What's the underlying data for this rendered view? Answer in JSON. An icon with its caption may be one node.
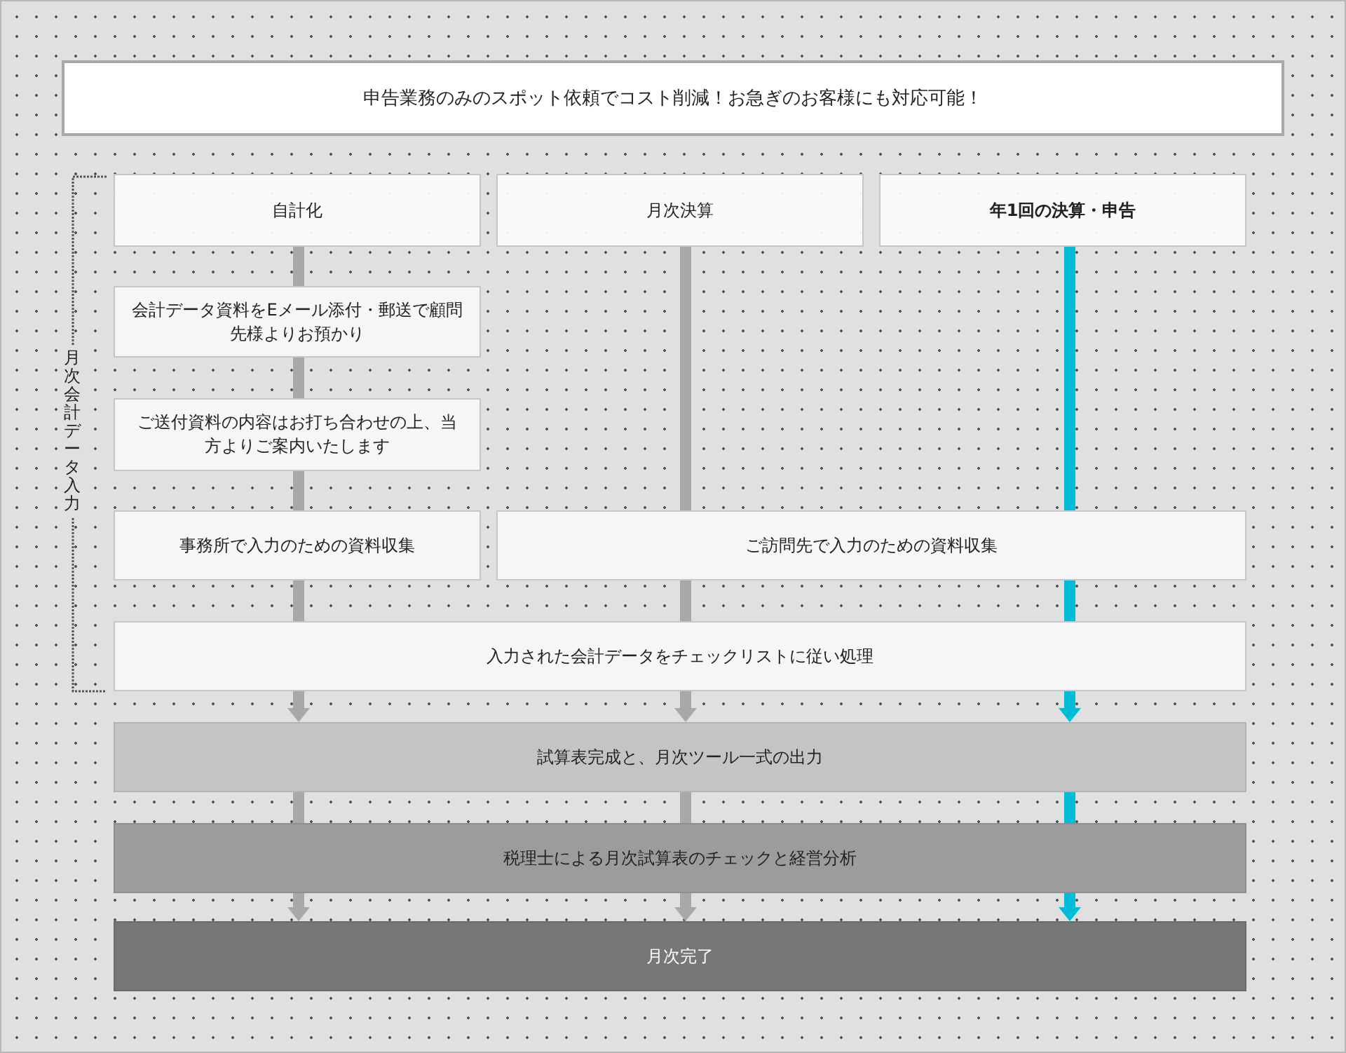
{
  "diagram": {
    "nodes": [
      {
        "text": [
          "申告業務のみのスポット依頼でコスト削減！お急ぎのお客様にも対応可能！"
        ]
      },
      {
        "text": [
          "自計化"
        ]
      },
      {
        "text": [
          "月次決算"
        ]
      },
      {
        "text": [
          "年1回の決算・申告"
        ]
      },
      {
        "text": [
          "会計データ資料をEメール添付・郵送で顧問先様よりお預かり"
        ]
      },
      {
        "text": [
          "ご送付資料の内容はお打ち合わせの上、当方よりご案内いたします"
        ]
      },
      {
        "text": [
          "事務所で入力のための資料収集"
        ]
      },
      {
        "text": [
          "ご訪問先で入力のための資料収集"
        ]
      },
      {
        "text": [
          "入力された会計データをチェックリストに従い処理"
        ]
      },
      {
        "text": [
          "試算表完成と、月次ツール一式の出力"
        ]
      },
      {
        "text": [
          "税理士による月次試算表のチェックと経営分析"
        ]
      },
      {
        "text": [
          "月次完了"
        ]
      }
    ],
    "edges": [
      {
        "from": 1,
        "to": 4,
        "arrow": "none"
      },
      {
        "from": 4,
        "to": 5,
        "arrow": "none"
      },
      {
        "from": 5,
        "to": 6,
        "arrow": "none"
      },
      {
        "from": 6,
        "to": 8,
        "arrow": "none"
      },
      {
        "from": 8,
        "to": 9,
        "arrow": "to"
      },
      {
        "from": 9,
        "to": 10,
        "arrow": "none"
      },
      {
        "from": 10,
        "to": 11,
        "arrow": "to"
      },
      {
        "from": 2,
        "to": 7,
        "arrow": "none"
      },
      {
        "from": 7,
        "to": 8,
        "arrow": "none"
      },
      {
        "from": 8,
        "to": 9,
        "arrow": "to"
      },
      {
        "from": 9,
        "to": 10,
        "arrow": "none"
      },
      {
        "from": 10,
        "to": 11,
        "arrow": "to"
      },
      {
        "from": 3,
        "to": 7,
        "arrow": "none",
        "color": "#00bcd8"
      },
      {
        "from": 7,
        "to": 8,
        "arrow": "none",
        "color": "#00bcd8"
      },
      {
        "from": 8,
        "to": 9,
        "arrow": "to",
        "color": "#00bcd8"
      },
      {
        "from": 9,
        "to": 10,
        "arrow": "none",
        "color": "#00bcd8"
      },
      {
        "from": 10,
        "to": 11,
        "arrow": "to",
        "color": "#00bcd8"
      }
    ],
    "labels": [
      "月次会計データ入力"
    ]
  }
}
